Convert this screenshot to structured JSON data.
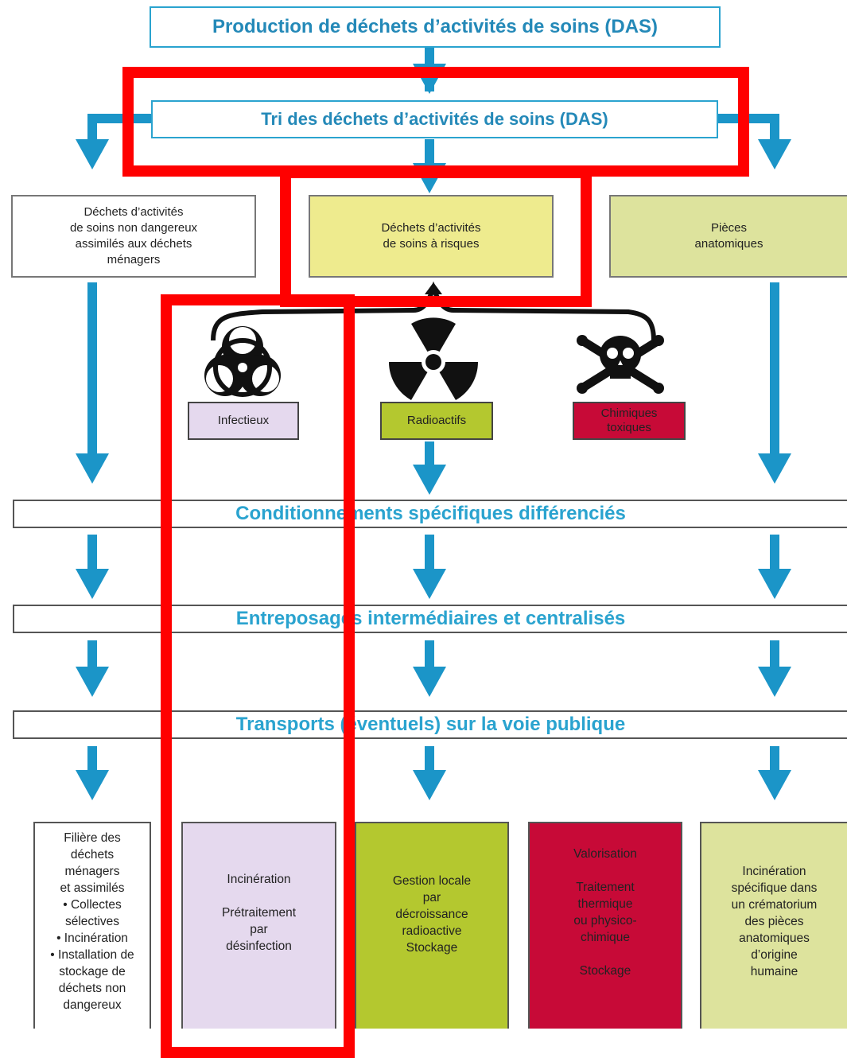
{
  "title": "Production de déchets d’activités de soins (DAS)",
  "tri": "Tri des déchets d’activités de soins (DAS)",
  "categories": {
    "non_dangerous": [
      "Déchets d’activités",
      "de soins non dangereux",
      "assimilés aux déchets",
      "ménagers"
    ],
    "risk": [
      "Déchets d’activités",
      "de soins à risques"
    ],
    "anatomical": [
      "Pièces",
      "anatomiques"
    ]
  },
  "risk_types": {
    "infectious": "Infectieux",
    "radioactive": "Radioactifs",
    "chemical": [
      "Chimiques",
      "toxiques"
    ]
  },
  "steps": {
    "packaging": "Conditionnements spécifiques différenciés",
    "storage": "Entreposages intermédiaires et centralisés",
    "transport": "Transports (éventuels) sur la voie publique"
  },
  "outcomes": {
    "household": [
      "Filière des",
      "déchets",
      "ménagers",
      "et assimilés",
      "• Collectes",
      "sélectives",
      "• Incinération",
      "• Installation de",
      "stockage de",
      "déchets non",
      "dangereux"
    ],
    "infectious": [
      "Incinération",
      "",
      "Prétraitement",
      "par",
      "désinfection"
    ],
    "radioactive": [
      "Gestion locale",
      "par",
      "décroissance",
      "radioactive",
      "Stockage"
    ],
    "chemical": [
      "Valorisation",
      "",
      "Traitement",
      "thermique",
      "ou physico-",
      "chimique",
      "",
      "Stockage"
    ],
    "anatomical": [
      "Incinération",
      "spécifique dans",
      "un crématorium",
      "des pièces",
      "anatomiques",
      "d’origine",
      "humaine"
    ]
  },
  "colors": {
    "arrow": "#1b95c8",
    "risk_box": "#eeeb8e",
    "anatomical_box": "#dde39d",
    "infectious": "#e5d9ee",
    "radioactive": "#b4c82f",
    "chemical": "#c70a37",
    "highlight": "#ff0000"
  }
}
